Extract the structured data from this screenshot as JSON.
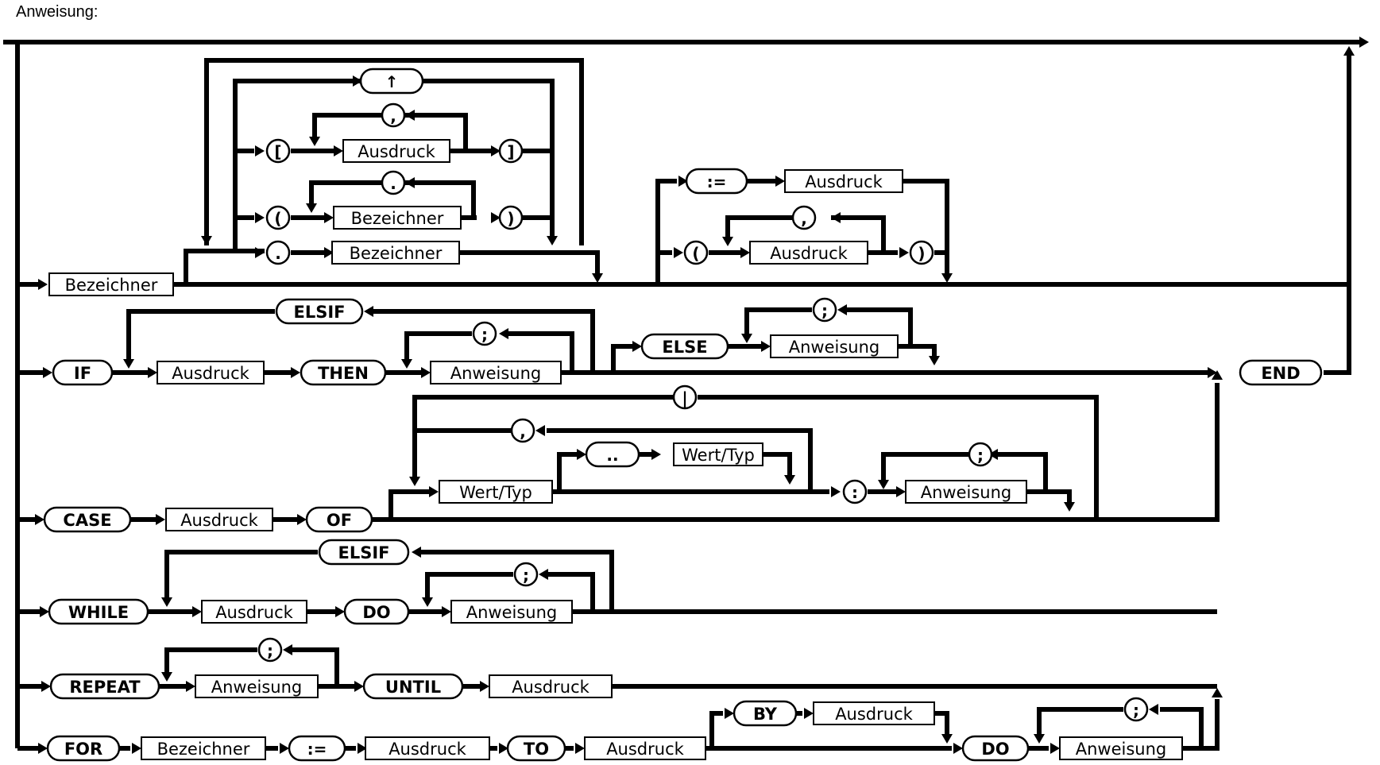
{
  "diagram": {
    "title": "Anweisung:",
    "labels": {
      "bezeichner": "Bezeichner",
      "ausdruck": "Ausdruck",
      "anweisung": "Anweisung",
      "wert_typ": "Wert/Typ"
    },
    "keywords": {
      "if": "IF",
      "then": "THEN",
      "elsif": "ELSIF",
      "else": "ELSE",
      "end": "END",
      "case": "CASE",
      "of": "OF",
      "while": "WHILE",
      "do": "DO",
      "repeat": "REPEAT",
      "until": "UNTIL",
      "for": "FOR",
      "to": "TO",
      "by": "BY"
    },
    "symbols": {
      "caret": "↑",
      "comma": ",",
      "semicolon": ";",
      "dot": ".",
      "range": "..",
      "colon": ":",
      "bar": "|",
      "lbracket": "[",
      "rbracket": "]",
      "lparen": "(",
      "rparen": ")",
      "assign": ":="
    }
  }
}
